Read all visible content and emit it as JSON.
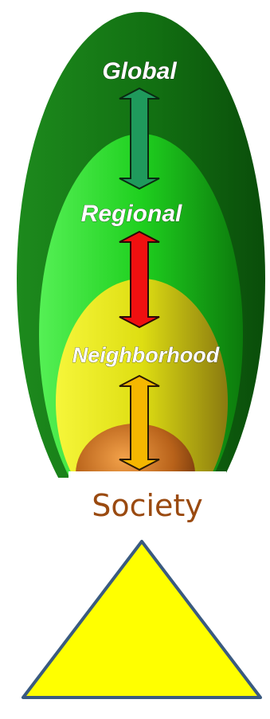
{
  "labels": {
    "global": "Global",
    "regional": "Regional",
    "neighborhood": "Neighborhood",
    "society": "Society"
  },
  "colors": {
    "global": "#0f6e14",
    "regional": "#2ecc2e",
    "neighborhood": "#e6e61a",
    "household": "#b8621a",
    "arrow_global_regional": "#1f9a5c",
    "arrow_regional_neighborhood": "#f01010",
    "arrow_neighborhood_household": "#f5b700",
    "society_text": "#9a4a10",
    "triangle_fill": "#ffff00",
    "triangle_stroke": "#3a5a80"
  },
  "icons": {
    "arrow_1": "double-headed-vertical-arrow",
    "arrow_2": "double-headed-vertical-arrow",
    "arrow_3": "double-headed-vertical-arrow",
    "triangle": "triangle-shape"
  }
}
